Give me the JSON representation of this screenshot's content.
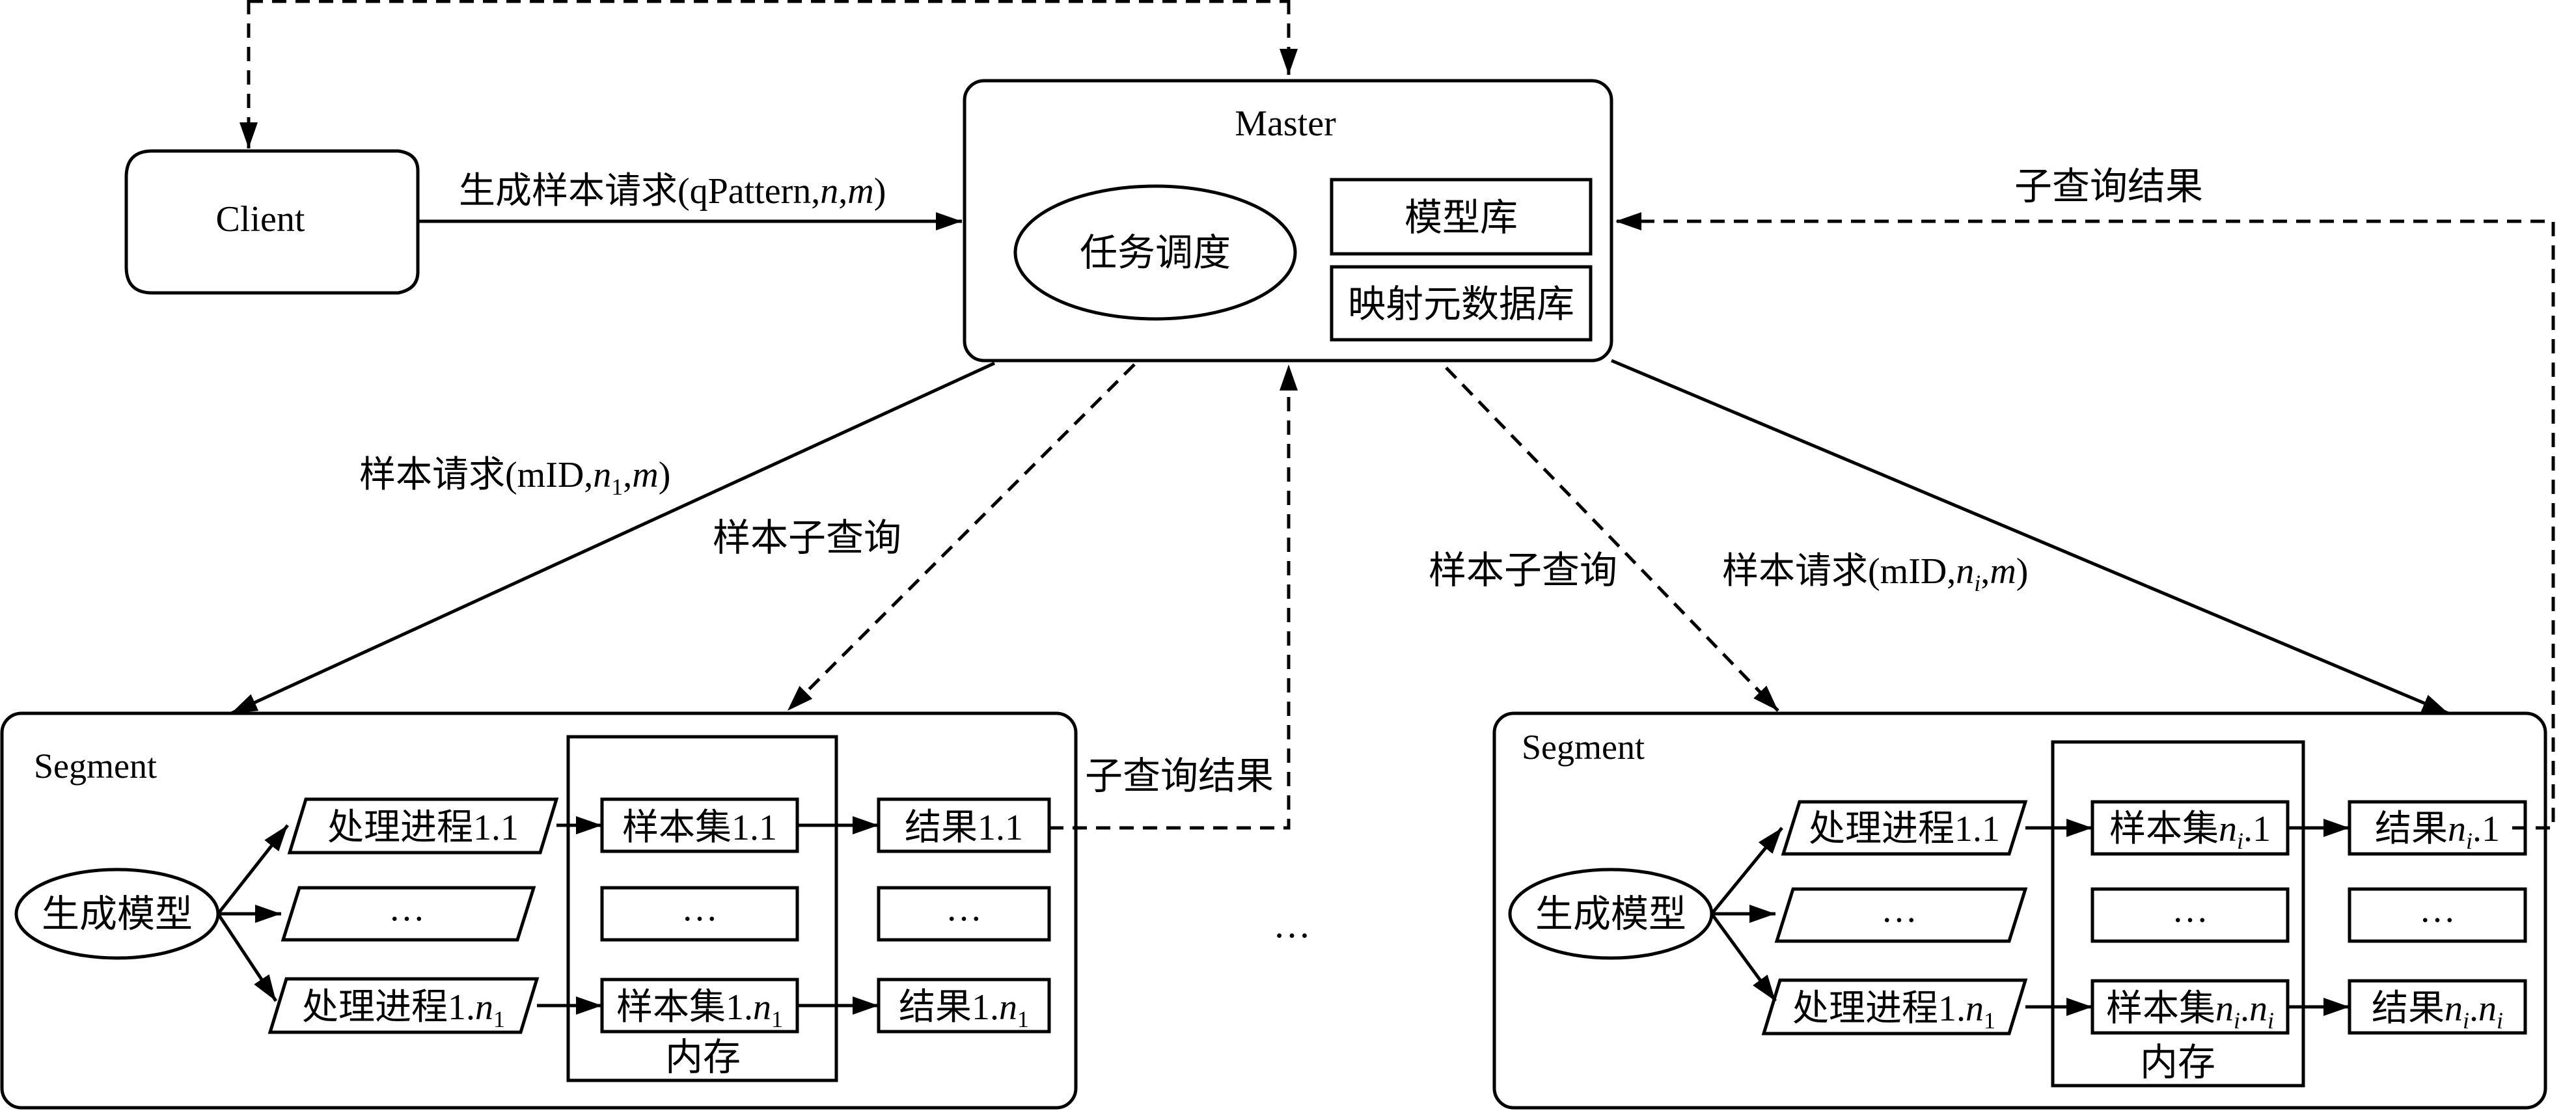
{
  "master": {
    "title": "Master",
    "scheduler": "任务调度",
    "model_db": "模型库",
    "mapping_db": "映射元数据库"
  },
  "client": {
    "label": "Client"
  },
  "edges": {
    "client_to_master": {
      "prefix": "生成样本请求(qPattern,",
      "n": "n",
      "comma": ",",
      "m": "m",
      "close": ")"
    },
    "subresult_top": "子查询结果",
    "left_request": {
      "prefix": "样本请求(mID,",
      "n": "n",
      "sub": "1",
      "comma": ",",
      "m": "m",
      "close": ")"
    },
    "left_subquery": "样本子查询",
    "left_subresult": "子查询结果",
    "right_subquery": "样本子查询",
    "right_request": {
      "prefix": "样本请求(mID,",
      "n": "n",
      "sub": "i",
      "comma": ",",
      "m": "m",
      "close": ")"
    }
  },
  "ellipsis_middle": "…",
  "segment_left": {
    "title": "Segment",
    "model": "生成模型",
    "memory": "内存",
    "rows": [
      {
        "process": {
          "text": "处理进程1.1"
        },
        "sample": {
          "text": "样本集1.1"
        },
        "result": {
          "text": "结果1.1"
        }
      },
      {
        "process": {
          "text": "…"
        },
        "sample": {
          "text": "…"
        },
        "result": {
          "text": "…"
        }
      },
      {
        "process": {
          "text": "处理进程1.",
          "n": "n",
          "sub": "1"
        },
        "sample": {
          "text": "样本集1.",
          "n": "n",
          "sub": "1"
        },
        "result": {
          "text": "结果1.",
          "n": "n",
          "sub": "1"
        }
      }
    ]
  },
  "segment_right": {
    "title": "Segment",
    "model": "生成模型",
    "memory": "内存",
    "rows": [
      {
        "process": {
          "text": "处理进程1.1"
        },
        "sample": {
          "pre": "样本集",
          "n": "n",
          "sub": "i",
          "post": ".1"
        },
        "result": {
          "pre": "结果",
          "n": "n",
          "sub": "i",
          "post": ".1"
        }
      },
      {
        "process": {
          "text": "…"
        },
        "sample": {
          "text": "…"
        },
        "result": {
          "text": "…"
        }
      },
      {
        "process": {
          "text": "处理进程1.",
          "n": "n",
          "sub": "1"
        },
        "sample": {
          "pre": "样本集",
          "n": "n",
          "sub": "i",
          "dot": ".",
          "n2": "n",
          "sub2": "i"
        },
        "result": {
          "pre": "结果",
          "n": "n",
          "sub": "i",
          "dot": ".",
          "n2": "n",
          "sub2": "i"
        }
      }
    ]
  }
}
